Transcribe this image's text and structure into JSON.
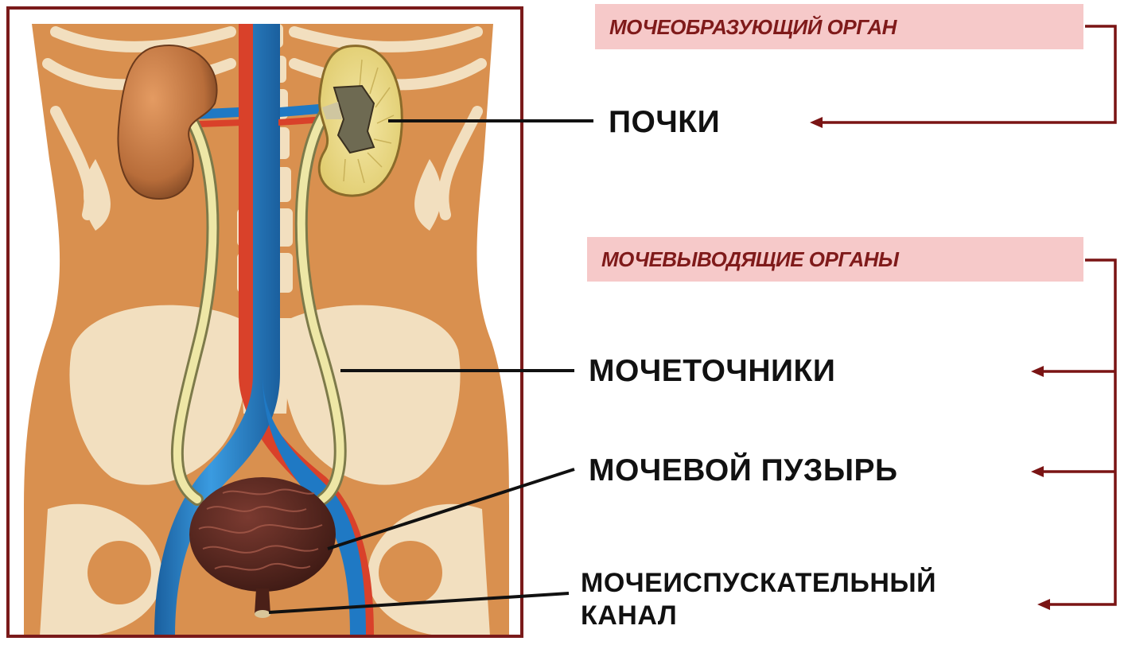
{
  "headers": {
    "urine_forming": "МОЧЕОБРАЗУЮЩИЙ ОРГАН",
    "urine_excreting": "МОЧЕВЫВОДЯЩИЕ  ОРГАНЫ"
  },
  "labels": {
    "kidneys": "ПОЧКИ",
    "ureters": "МОЧЕТОЧНИКИ",
    "bladder": "МОЧЕВОЙ ПУЗЫРЬ",
    "urethra_line1": "МОЧЕИСПУСКАТЕЛЬНЫЙ",
    "urethra_line2": "КАНАЛ"
  },
  "colors": {
    "header_bg": "#f6c9c9",
    "header_text": "#7f1a1a",
    "bracket": "#7a1414",
    "body": "#d9904f",
    "bone": "#f2dfbf",
    "aorta": "#d9412a",
    "vena_cava": "#1f79c4",
    "ureter": "#eee7a6",
    "kidney": "#c87a44",
    "bladder": "#5e2a22",
    "frame": "#7a1a1a"
  }
}
